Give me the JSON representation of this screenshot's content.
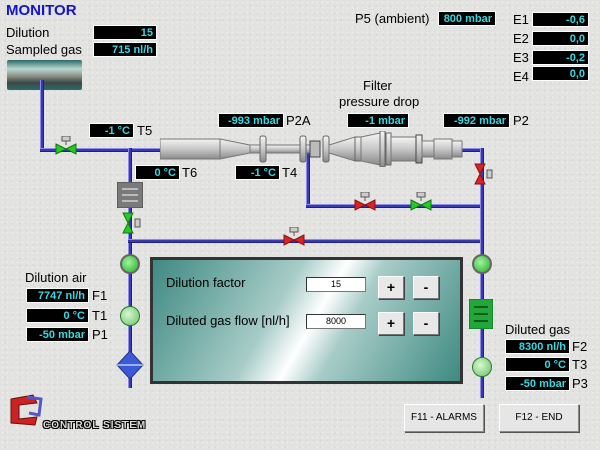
{
  "title": "MONITOR",
  "sampling": {
    "dilution_label": "Dilution",
    "dilution_value": "15",
    "sampled_gas_label": "Sampled gas",
    "sampled_gas_value": "715 nl/h"
  },
  "ambient": {
    "label": "P5 (ambient)",
    "value": "800 mbar"
  },
  "errors": [
    {
      "label": "E1",
      "value": "-0,6"
    },
    {
      "label": "E2",
      "value": "0,0"
    },
    {
      "label": "E3",
      "value": "-0,2"
    },
    {
      "label": "E4",
      "value": "0,0"
    }
  ],
  "filter": {
    "label_line1": "Filter",
    "label_line2": "pressure drop",
    "value": "-1 mbar"
  },
  "sensors": {
    "T5": {
      "label": "T5",
      "value": "-1 °C"
    },
    "T6": {
      "label": "T6",
      "value": "0 °C"
    },
    "T4": {
      "label": "T4",
      "value": "-1 °C"
    },
    "P2A": {
      "label": "P2A",
      "value": "-993 mbar"
    },
    "P2": {
      "label": "P2",
      "value": "-992 mbar"
    }
  },
  "dilution_air": {
    "label": "Dilution air",
    "F1": {
      "label": "F1",
      "value": "7747 nl/h"
    },
    "T1": {
      "label": "T1",
      "value": "0 °C"
    },
    "P1": {
      "label": "P1",
      "value": "-50 mbar"
    }
  },
  "diluted_gas": {
    "label": "Diluted gas",
    "F2": {
      "label": "F2",
      "value": "8300 nl/h"
    },
    "T3": {
      "label": "T3",
      "value": "0 °C"
    },
    "P3": {
      "label": "P3",
      "value": "-50 mbar"
    }
  },
  "control_panel": {
    "dilution_factor_label": "Dilution factor",
    "dilution_factor_value": "15",
    "diluted_flow_label": "Diluted gas flow [nl/h]",
    "diluted_flow_value": "8000",
    "plus": "+",
    "minus": "-"
  },
  "buttons": {
    "alarms": "F11 - ALARMS",
    "end": "F12 - END"
  },
  "logo": {
    "text": "CONTROL SISTEM"
  },
  "valves": {
    "sample_inlet": "open",
    "cooler_outlet": "open",
    "filter_outlet_right": "closed",
    "bypass_left": "closed",
    "bypass_right": "open",
    "dilution_line": "closed"
  },
  "colors": {
    "display_text": "#38d8e0",
    "pipe": "#3a3ab0",
    "valve_open": "#22cc22",
    "valve_closed": "#dd2222",
    "title": "#1414c8"
  }
}
